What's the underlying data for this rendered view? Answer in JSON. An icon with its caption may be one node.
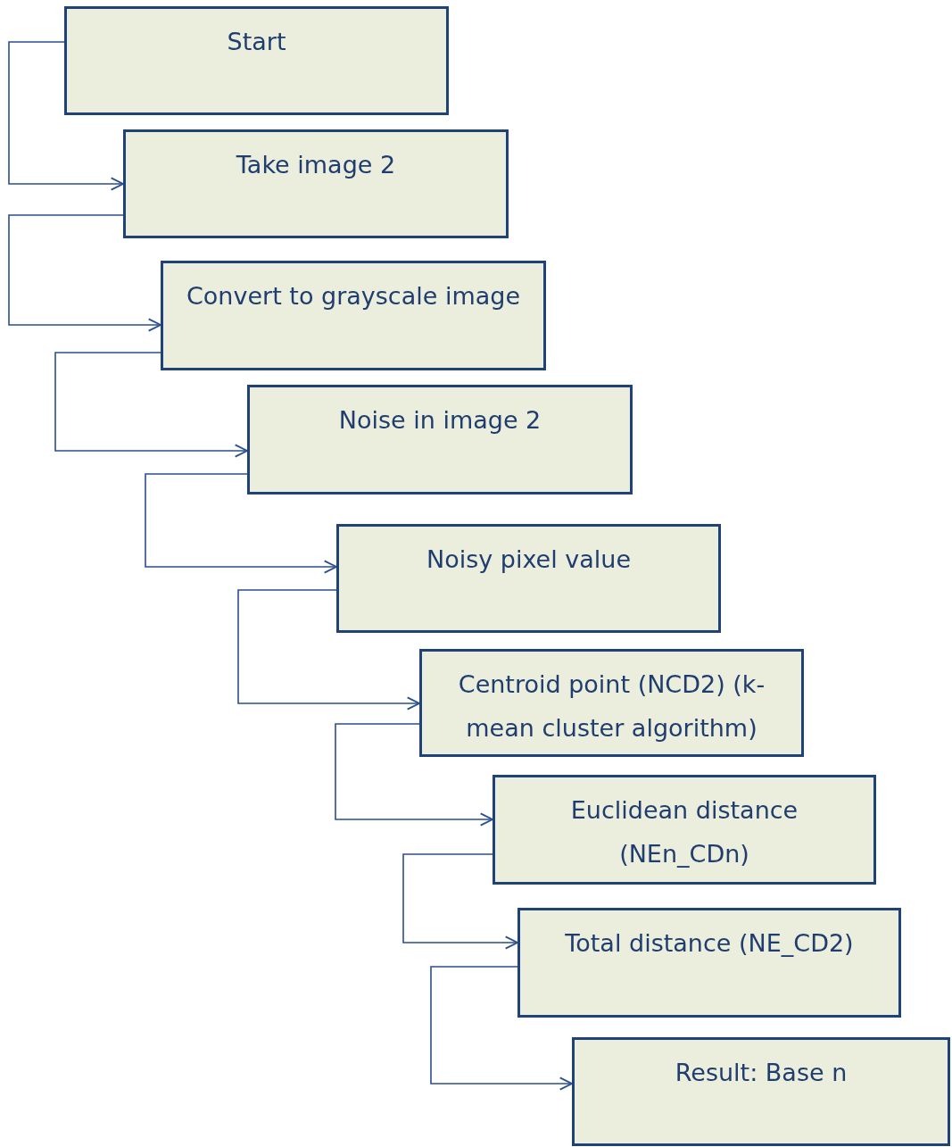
{
  "diagram": {
    "nodes": [
      {
        "text": [
          "Start"
        ]
      },
      {
        "text": [
          "Take image 2"
        ]
      },
      {
        "text": [
          "Convert to grayscale image"
        ]
      },
      {
        "text": [
          "Noise in image 2"
        ]
      },
      {
        "text": [
          "Noisy pixel value"
        ]
      },
      {
        "text": [
          "Centroid point (NCD2) (k-mean cluster algorithm)"
        ]
      },
      {
        "text": [
          "Euclidean distance (NEn_CDn)"
        ]
      },
      {
        "text": [
          "Total distance (NE_CD2)"
        ]
      },
      {
        "text": [
          "Result: Base n"
        ]
      }
    ],
    "edges": [
      {
        "from": 0,
        "to": 1,
        "arrow": "to"
      },
      {
        "from": 1,
        "to": 2,
        "arrow": "to"
      },
      {
        "from": 2,
        "to": 3,
        "arrow": "to"
      },
      {
        "from": 3,
        "to": 4,
        "arrow": "to"
      },
      {
        "from": 4,
        "to": 5,
        "arrow": "to"
      },
      {
        "from": 5,
        "to": 6,
        "arrow": "to"
      },
      {
        "from": 6,
        "to": 7,
        "arrow": "to"
      },
      {
        "from": 7,
        "to": 8,
        "arrow": "to"
      }
    ]
  }
}
